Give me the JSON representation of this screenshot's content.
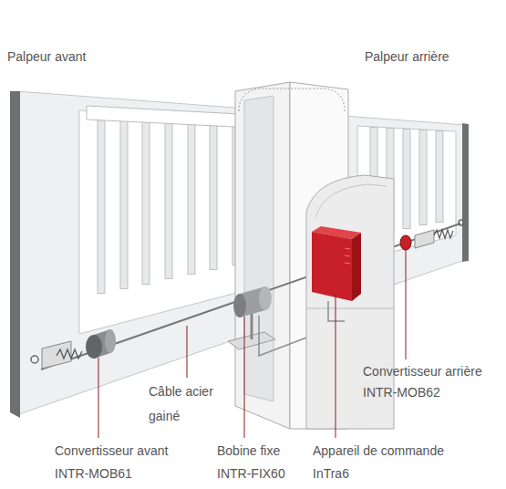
{
  "diagram": {
    "labels": [
      "Palpeur avant",
      "Palpeur arrière",
      "Convertisseur arrière INTR-MOB62",
      "Câble acier gainé",
      "Convertisseur avant INTR-MOB61",
      "Bobine fixe INTR-FIX60",
      "Appareil de commande InTra6"
    ]
  }
}
